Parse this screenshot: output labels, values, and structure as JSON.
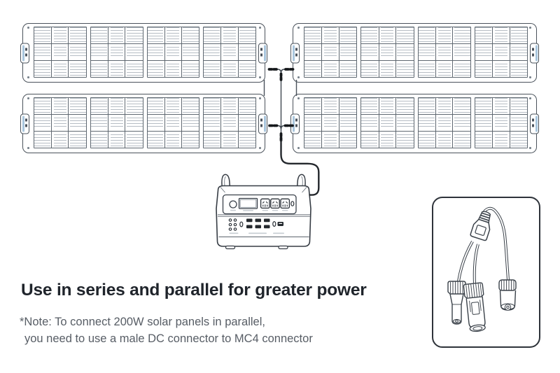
{
  "title": "Use in series and parallel for greater power",
  "note": {
    "line1": "*Note: To connect 200W solar panels in parallel,",
    "line2": "you need to use a male DC connector to MC4 connector"
  },
  "colors": {
    "panel_line": "#4a525b",
    "panel_cell_line": "#b6bdc4",
    "handle_accent_blue": "#a9c6dd",
    "cable_black": "#23272c",
    "box_border": "#2e333a",
    "title_text": "#1f242b",
    "note_text": "#575d65"
  },
  "diagram": {
    "solar_panels": {
      "count": 4,
      "arrangement": "2 rows x 2 columns",
      "sections_per_panel": 4,
      "cells_per_section": "3x3"
    },
    "wiring": {
      "series_links": 2,
      "parallel_y_splitters": 2,
      "output": "single cable to power station"
    },
    "power_station": {
      "ac_outlets": 3,
      "usb_ports": 6,
      "has_display": true,
      "has_power_button": true
    },
    "adapter": {
      "connectors": [
        "mc4-female-connector",
        "mc4-male-connector",
        "male-dc-connector"
      ]
    }
  }
}
